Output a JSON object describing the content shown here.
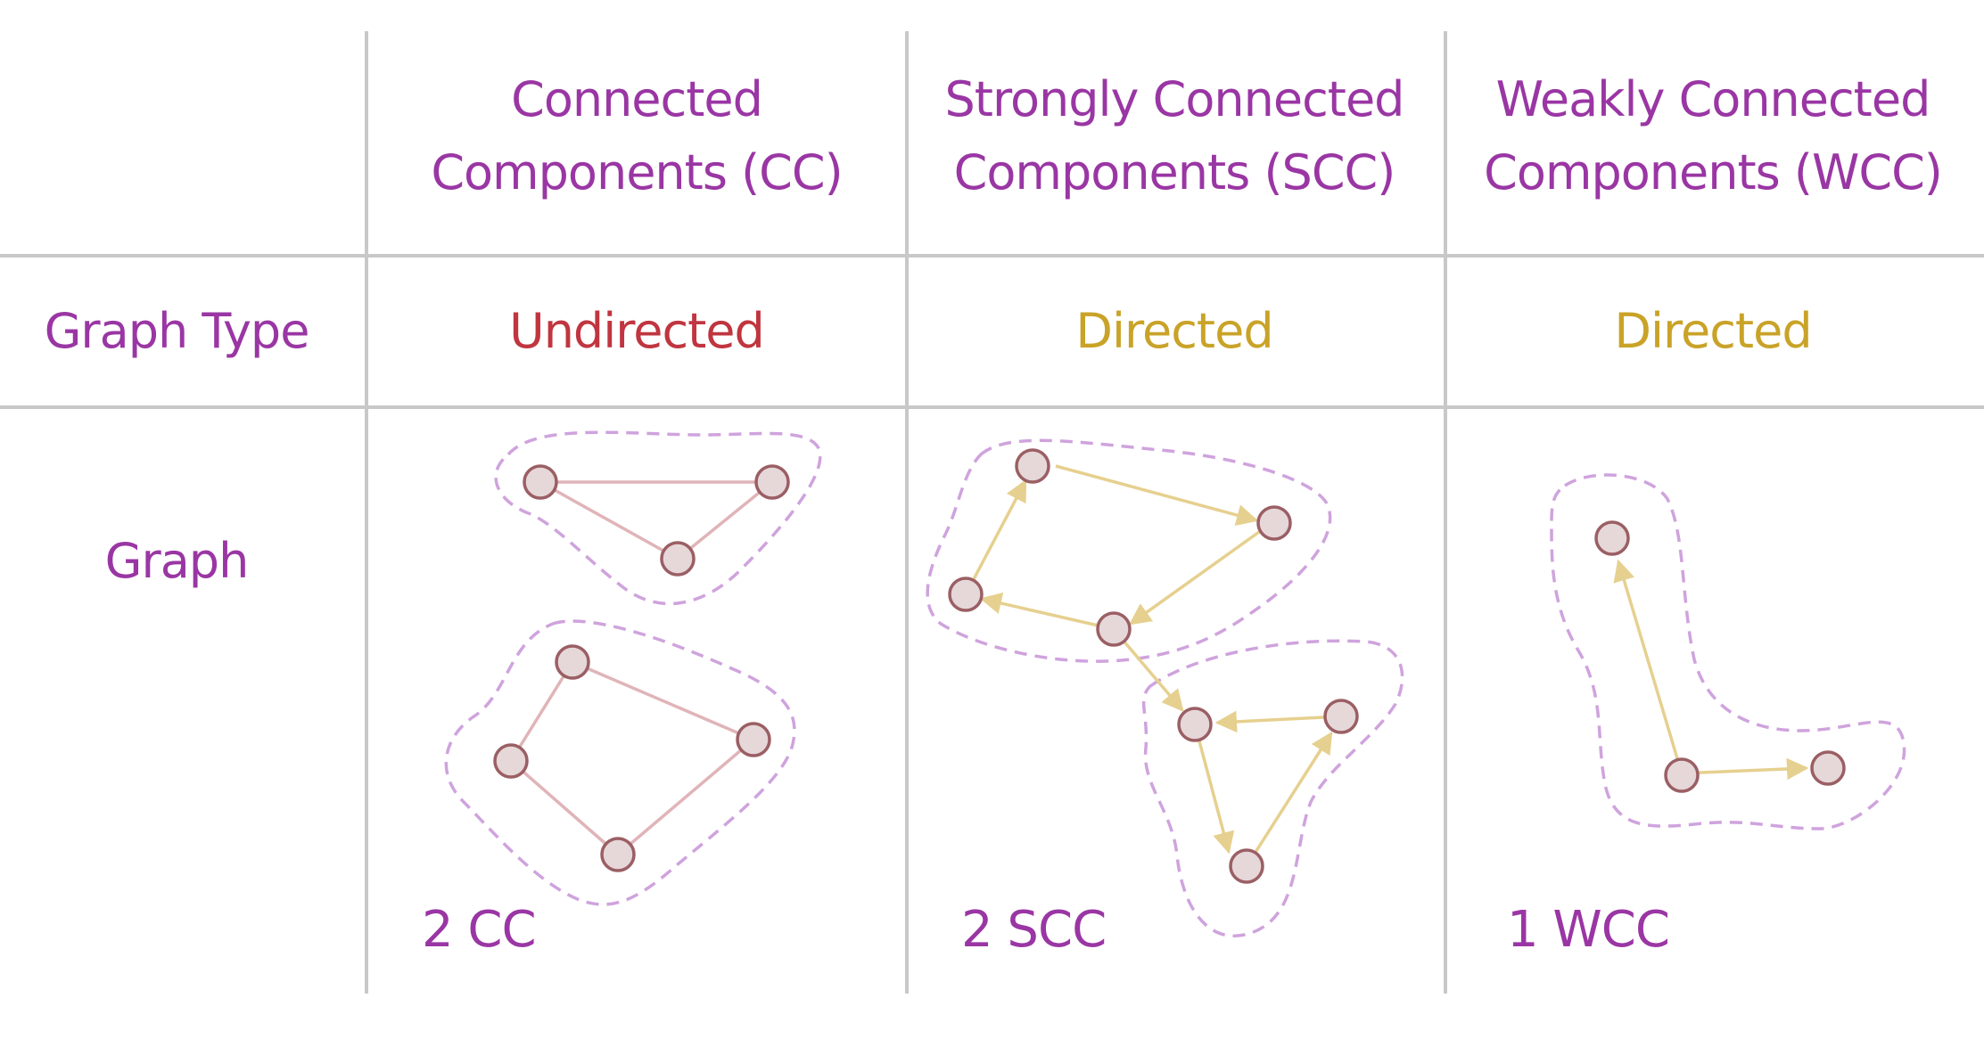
{
  "table": {
    "columns": [
      {
        "line1": "Connected",
        "line2": "Components (CC)"
      },
      {
        "line1": "Strongly Connected",
        "line2": "Components (SCC)"
      },
      {
        "line1": "Weakly Connected",
        "line2": "Components (WCC)"
      }
    ],
    "rows": {
      "graph_type_label": "Graph Type",
      "graph_label": "Graph"
    },
    "graph_types": [
      "Undirected",
      "Directed",
      "Directed"
    ],
    "counts": [
      "2 CC",
      "2 SCC",
      "1 WCC"
    ]
  },
  "colors": {
    "title_purple": "#9a36a4",
    "undirected_red": "#c0353f",
    "directed_gold": "#c9a328",
    "edge_undirected": "#e0b4b8",
    "edge_directed": "#e6d08f",
    "hull_dashed": "#cfa3dd",
    "node_fill": "#e6d7d9",
    "node_stroke": "#9a5f64",
    "grid_gray": "#c8c8c8"
  }
}
